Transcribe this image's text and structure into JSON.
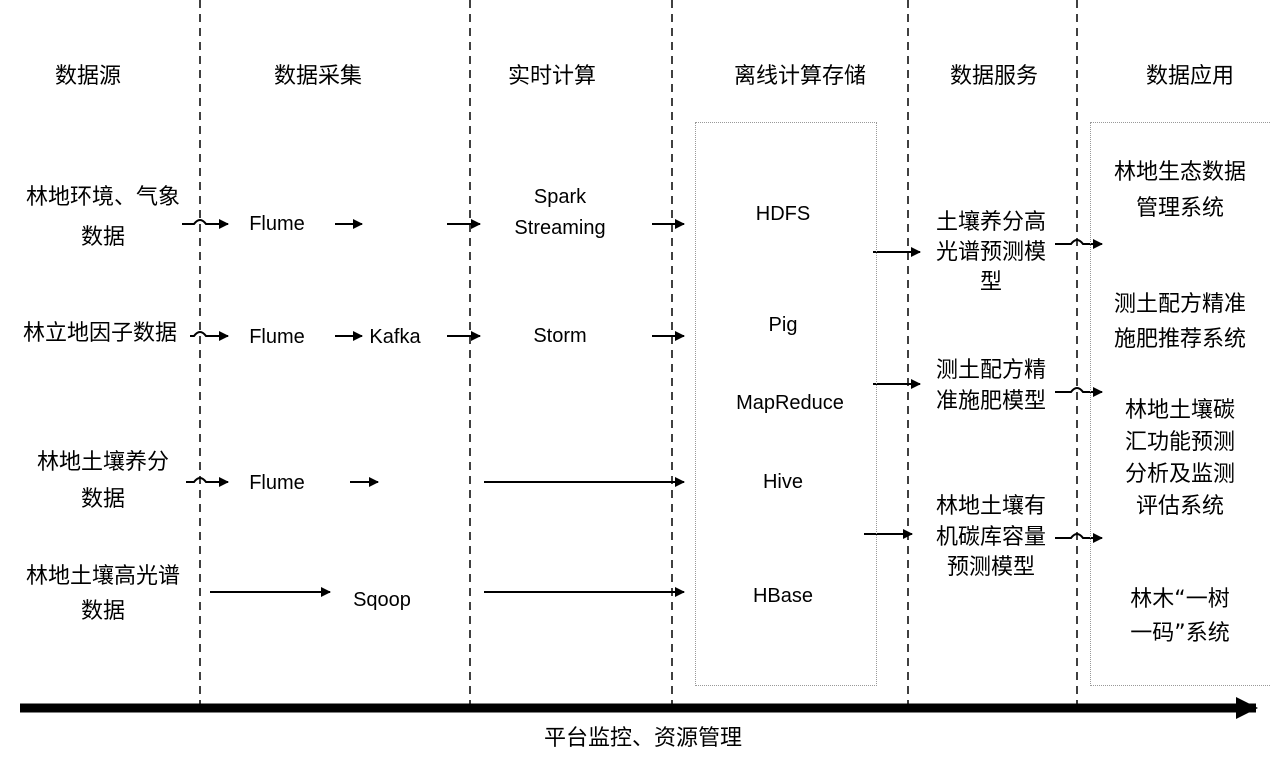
{
  "columns": [
    "数据源",
    "数据采集",
    "实时计算",
    "离线计算存储",
    "数据服务",
    "数据应用"
  ],
  "sources": [
    "林地环境、气象",
    "数据",
    "林立地因子数据",
    "林地土壤养分",
    "数据",
    "林地土壤高光谱",
    "数据"
  ],
  "collect": {
    "flume1": "Flume",
    "flume2": "Flume",
    "kafka": "Kafka",
    "flume3": "Flume",
    "sqoop": "Sqoop"
  },
  "realtime": {
    "spark1": "Spark",
    "spark2": "Streaming",
    "storm": "Storm"
  },
  "storage": [
    "HDFS",
    "Pig",
    "MapReduce",
    "Hive",
    "HBase"
  ],
  "services": [
    [
      "土壤养分高",
      "光谱预测模",
      "型"
    ],
    [
      "测土配方精",
      "准施肥模型"
    ],
    [
      "林地土壤有",
      "机碳库容量",
      "预测模型"
    ]
  ],
  "applications": [
    [
      "林地生态数据",
      "管理系统"
    ],
    [
      "测土配方精准",
      "施肥推荐系统"
    ],
    [
      "林地土壤碳",
      "汇功能预测",
      "分析及监测",
      "评估系统"
    ],
    [
      "林木“一树",
      "一码”系统"
    ]
  ],
  "platform_label": "平台监控、资源管理"
}
